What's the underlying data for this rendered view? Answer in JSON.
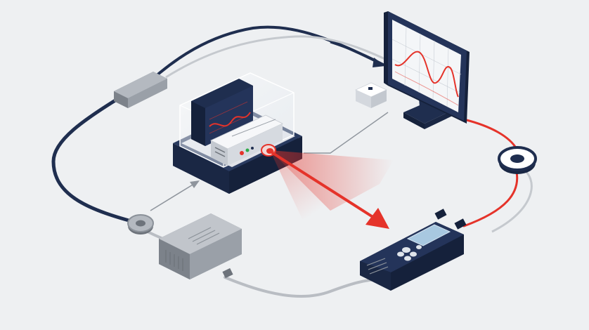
{
  "diagram": {
    "kind": "isometric-fiber-optic-test-loop",
    "colors": {
      "background": "#eef0f2",
      "navy": "#1f2e4f",
      "navy_dark": "#15213b",
      "gray_cable": "#b9bdc3",
      "gray_device": "#9aa0a8",
      "laser_red": "#e5332a",
      "screen_blue": "#a8c8e0",
      "white": "#ffffff"
    },
    "components": [
      {
        "id": "laser-source",
        "icon": "laser-source-module-icon"
      },
      {
        "id": "glass-enclosure",
        "icon": "glass-enclosure-icon"
      },
      {
        "id": "signal-display-panel",
        "icon": "waveform-panel-icon"
      },
      {
        "id": "monitor",
        "icon": "oscilloscope-monitor-icon"
      },
      {
        "id": "handheld-meter",
        "icon": "handheld-power-meter-icon"
      },
      {
        "id": "fiber-coupler",
        "icon": "fiber-coupler-ring-icon"
      },
      {
        "id": "inline-attenuator",
        "icon": "inline-attenuator-icon"
      },
      {
        "id": "fiber-connector",
        "icon": "fiber-connector-icon"
      },
      {
        "id": "small-sensor",
        "icon": "small-sensor-box-icon"
      },
      {
        "id": "ring-connector",
        "icon": "ring-connector-icon"
      }
    ],
    "flows": [
      {
        "id": "laser-beam",
        "icon": "laser-beam-arrow"
      },
      {
        "id": "fiber-to-monitor",
        "icon": "flow-arrow"
      },
      {
        "id": "feed-to-source",
        "icon": "flow-arrow"
      }
    ]
  }
}
